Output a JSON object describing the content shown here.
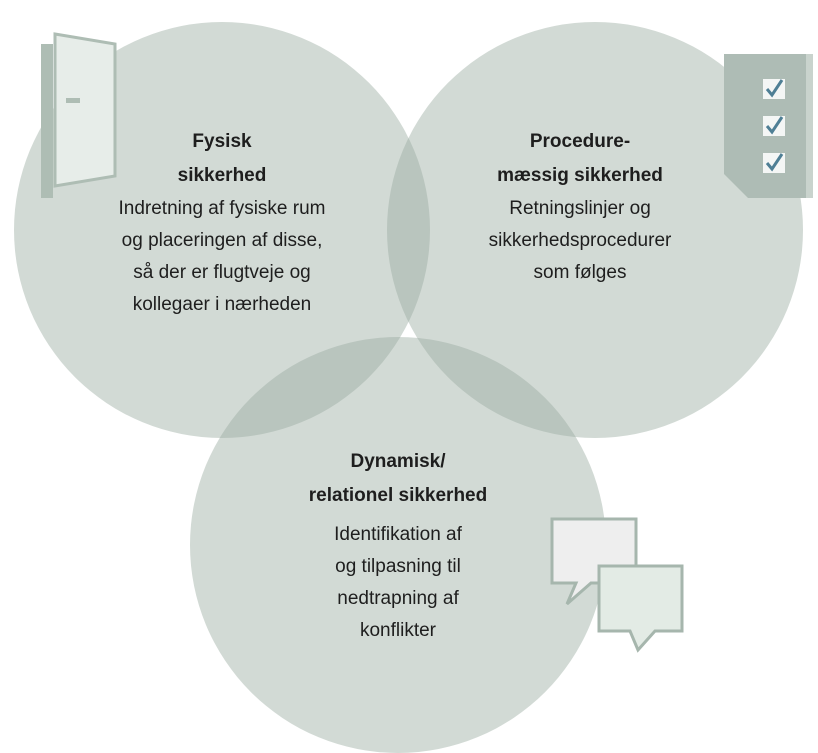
{
  "colors": {
    "background": "#ffffff",
    "circle_fill": "#d2dad5",
    "overlap_fill": "#b9c5be",
    "triple_overlap_fill": "#a8b5ae",
    "door_fill": "#e7ede9",
    "door_frame": "#aebdb4",
    "clipboard_fill": "#aebcb5",
    "check_color": "#4f7f95",
    "bubble_back_fill": "#eeeeee",
    "bubble_front_fill": "#e3ebe5",
    "bubble_stroke": "#a6b6ad",
    "text": "#1e1e1e"
  },
  "icons": [
    "door-icon",
    "checklist-icon",
    "speech-bubbles-icon"
  ],
  "circles": [
    {
      "id": "physical",
      "title_lines": [
        "Fysisk",
        "sikkerhed"
      ],
      "body_lines": [
        "Indretning af fysiske rum",
        "og placeringen af disse,",
        "så der er flugtveje og",
        "kollegaer i nærheden"
      ]
    },
    {
      "id": "procedural",
      "title_lines": [
        "Procedure-",
        "mæssig sikkerhed"
      ],
      "body_lines": [
        "Retningslinjer og",
        "sikkerhedsprocedurer",
        "som følges"
      ]
    },
    {
      "id": "dynamic",
      "title_lines": [
        "Dynamisk/",
        "relationel sikkerhed"
      ],
      "body_lines": [
        "Identifikation af",
        "og tilpasning til",
        "nedtrapning af",
        "konflikter"
      ]
    }
  ]
}
